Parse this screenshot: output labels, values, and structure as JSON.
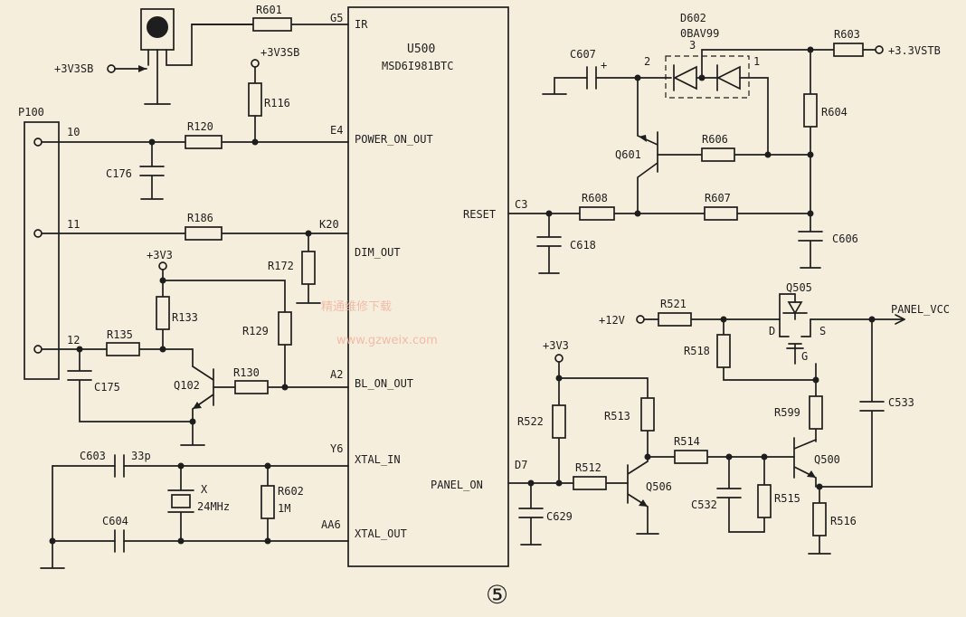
{
  "chip": {
    "name": "U500",
    "part": "MSD6I981BTC",
    "pins": [
      {
        "id": "G5",
        "name": "IR"
      },
      {
        "id": "E4",
        "name": "POWER_ON_OUT"
      },
      {
        "id": "K20",
        "name": "DIM_OUT"
      },
      {
        "id": "A2",
        "name": "BL_ON_OUT"
      },
      {
        "id": "Y6",
        "name": "XTAL_IN"
      },
      {
        "id": "AA6",
        "name": "XTAL_OUT"
      },
      {
        "id": "C3",
        "name": "RESET"
      },
      {
        "id": "D7",
        "name": "PANEL_ON"
      }
    ]
  },
  "connector": {
    "name": "P100",
    "pins": [
      "10",
      "11",
      "12"
    ]
  },
  "rails": {
    "v3v3sb": "+3V3SB",
    "v3v3sb_top": "+3V3SB",
    "v3v3_a": "+3V3",
    "v3v3_b": "+3V3",
    "v3vstb": "+3.3VSTB",
    "v12": "+12V",
    "panel_vcc": "PANEL_VCC"
  },
  "components": {
    "resistors": [
      "R601",
      "R116",
      "R120",
      "R186",
      "R172",
      "R133",
      "R129",
      "R135",
      "R130",
      "R602",
      "R603",
      "R604",
      "R606",
      "R608",
      "R607",
      "R521",
      "R518",
      "R599",
      "R522",
      "R513",
      "R514",
      "R512",
      "R515",
      "R516"
    ],
    "r602_value": "1M",
    "capacitors": [
      "C176",
      "C175",
      "C603",
      "C604",
      "C607",
      "C618",
      "C606",
      "C533",
      "C629",
      "C532"
    ],
    "c603_value": "33p",
    "crystal": {
      "name": "X",
      "freq": "24MHz"
    },
    "diode": {
      "name": "D602",
      "part": "0BAV99",
      "pins": [
        "3",
        "2",
        "1"
      ]
    },
    "transistors": [
      "Q102",
      "Q601",
      "Q506",
      "Q500"
    ],
    "mosfet": {
      "name": "Q505",
      "d": "D",
      "s": "S",
      "g": "G"
    }
  },
  "watermark": {
    "cn": "精通维修下载",
    "url": "www.gzweix.com"
  },
  "page_mark": "⑤",
  "colors": {
    "background": "#f6eedc",
    "ink": "#1e1e1e",
    "watermark": "#f0b4a0"
  }
}
